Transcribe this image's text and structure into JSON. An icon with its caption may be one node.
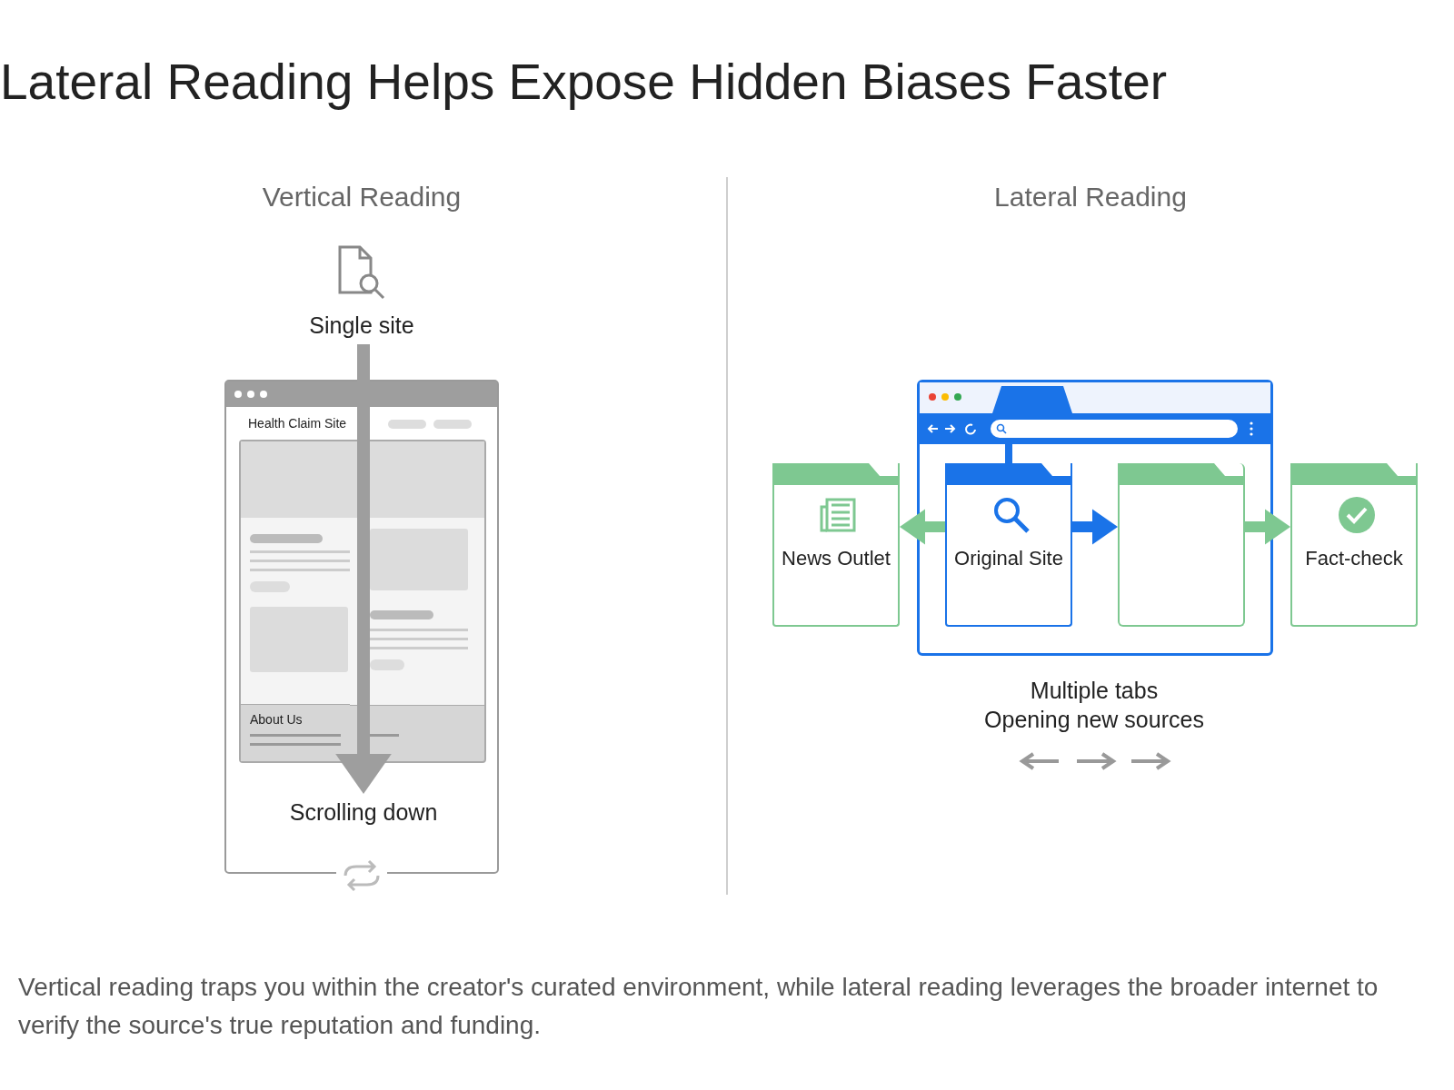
{
  "diagram": {
    "title": "Lateral Reading Helps Expose Hidden Biases Faster",
    "caption": "Vertical reading traps you within the creator's curated environment, while lateral reading leverages the broader internet to verify the source's true reputation and funding.",
    "nodes": [
      {
        "text": [
          "Single site"
        ]
      },
      {
        "text": [
          "Health Claim Site"
        ]
      },
      {
        "text": [
          "About Us"
        ],
        "in": 1
      },
      {
        "text": [
          "Scrolling down"
        ],
        "in": 1
      },
      {
        "text": [],
        "shape": "box"
      },
      {
        "text": [
          "News Outlet"
        ]
      },
      {
        "text": [
          "Original Site"
        ],
        "in": 4
      },
      {
        "text": [],
        "shape": "box",
        "in": 4
      },
      {
        "text": [
          "Fact-check"
        ]
      },
      {
        "text": [],
        "shape": "bar",
        "in": 4
      }
    ],
    "edges": [
      {
        "from": 0,
        "to": 3,
        "arrow": "to",
        "color": "#9e9e9e"
      },
      {
        "from": 9,
        "to": 6,
        "arrow": "none",
        "color": "#1a73e8"
      },
      {
        "from": 6,
        "to": 5,
        "arrow": "to",
        "color": "#7ec891"
      },
      {
        "from": 6,
        "to": 7,
        "arrow": "to",
        "color": "#1a73e8"
      },
      {
        "from": 7,
        "to": 8,
        "arrow": "to",
        "color": "#7ec891"
      }
    ],
    "labels": [
      "Vertical Reading",
      "Lateral Reading",
      "Multiple tabs",
      "Opening new sources"
    ]
  }
}
